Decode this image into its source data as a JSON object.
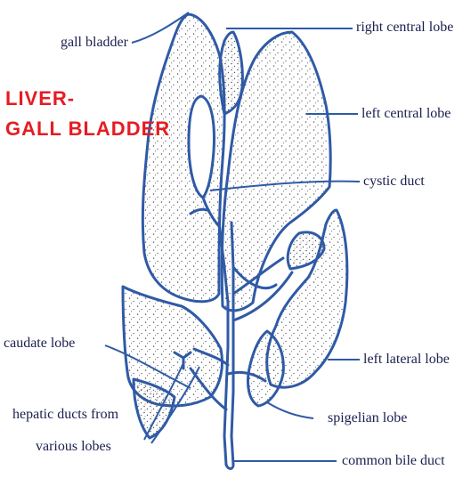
{
  "title": {
    "line1": "LIVER-",
    "line2": "GALL BLADDER"
  },
  "labels": {
    "gall_bladder": "gall bladder",
    "right_central_lobe": "right central lobe",
    "left_central_lobe": "left central lobe",
    "cystic_duct": "cystic duct",
    "caudate_lobe": "caudate lobe",
    "hepatic_ducts_line1": "hepatic ducts from",
    "hepatic_ducts_line2": "various lobes",
    "left_lateral_lobe": "left lateral lobe",
    "spigelian_lobe": "spigelian lobe",
    "common_bile_duct": "common bile duct"
  },
  "colors": {
    "outline": "#2f5aa6",
    "title": "#e51c23",
    "label_text": "#1b1f4f",
    "stipple": "#55585e"
  }
}
